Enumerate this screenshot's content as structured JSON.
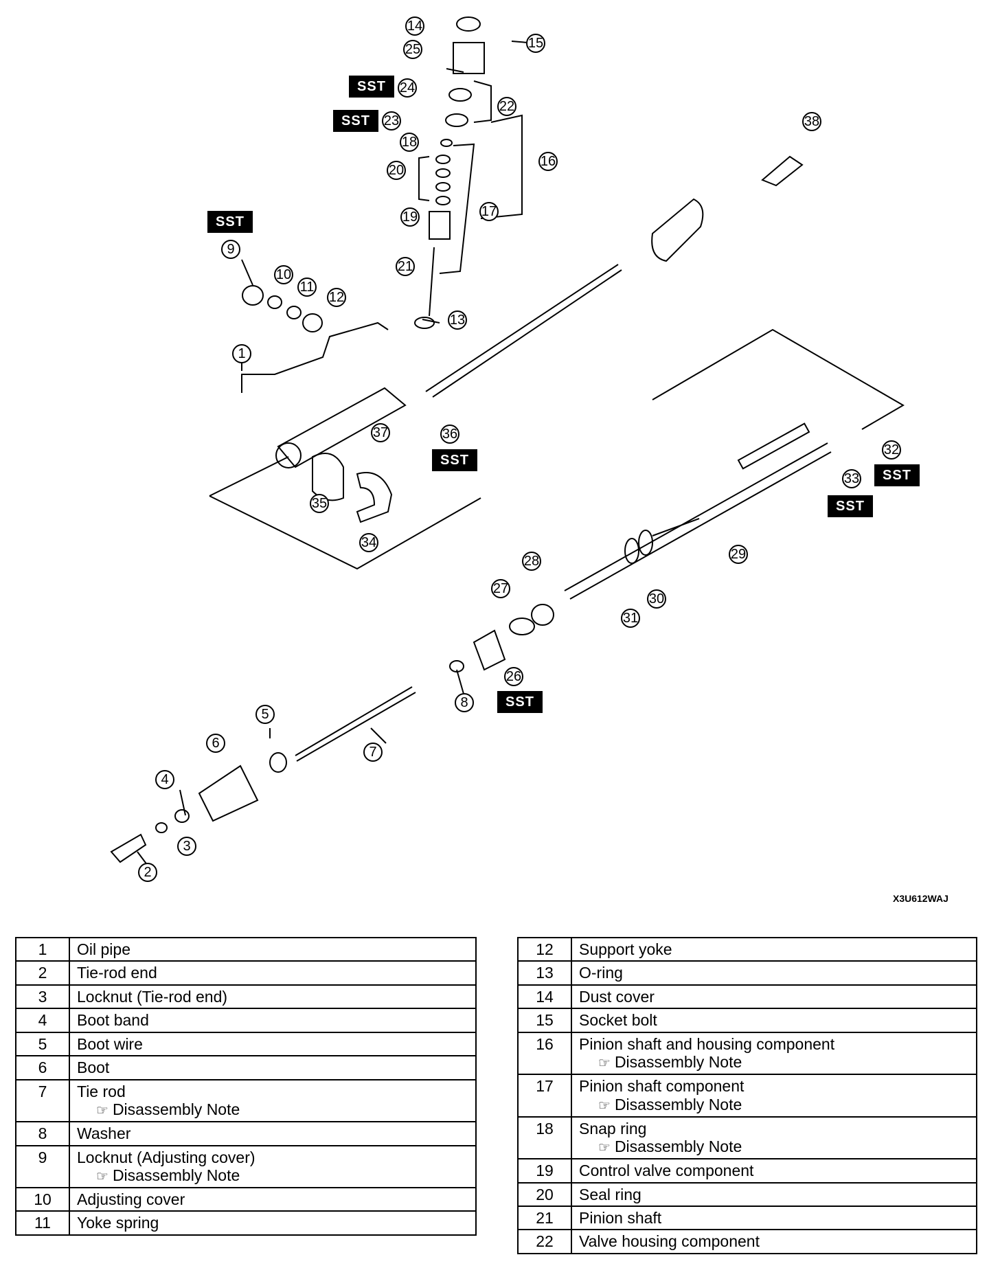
{
  "diagram": {
    "ref_code": "X3U612WAJ",
    "sst_label": "SST",
    "callouts": [
      "1",
      "2",
      "3",
      "4",
      "5",
      "6",
      "7",
      "8",
      "9",
      "10",
      "11",
      "12",
      "13",
      "14",
      "15",
      "16",
      "17",
      "18",
      "19",
      "20",
      "21",
      "22",
      "23",
      "24",
      "25",
      "26",
      "27",
      "28",
      "29",
      "30",
      "31",
      "32",
      "33",
      "34",
      "35",
      "36",
      "37",
      "38"
    ]
  },
  "parts_left": [
    {
      "num": "1",
      "name": "Oil pipe"
    },
    {
      "num": "2",
      "name": "Tie-rod end"
    },
    {
      "num": "3",
      "name": "Locknut (Tie-rod end)"
    },
    {
      "num": "4",
      "name": "Boot band"
    },
    {
      "num": "5",
      "name": "Boot wire"
    },
    {
      "num": "6",
      "name": "Boot"
    },
    {
      "num": "7",
      "name": "Tie rod",
      "note": "Disassembly Note"
    },
    {
      "num": "8",
      "name": "Washer"
    },
    {
      "num": "9",
      "name": "Locknut (Adjusting cover)",
      "note": "Disassembly Note"
    },
    {
      "num": "10",
      "name": "Adjusting cover"
    },
    {
      "num": "11",
      "name": "Yoke spring"
    }
  ],
  "parts_right": [
    {
      "num": "12",
      "name": "Support yoke"
    },
    {
      "num": "13",
      "name": "O-ring"
    },
    {
      "num": "14",
      "name": "Dust cover"
    },
    {
      "num": "15",
      "name": "Socket bolt"
    },
    {
      "num": "16",
      "name": "Pinion shaft and housing component",
      "note": "Disassembly Note"
    },
    {
      "num": "17",
      "name": "Pinion shaft component",
      "note": "Disassembly Note"
    },
    {
      "num": "18",
      "name": "Snap ring",
      "note": "Disassembly Note"
    },
    {
      "num": "19",
      "name": "Control valve component"
    },
    {
      "num": "20",
      "name": "Seal ring"
    },
    {
      "num": "21",
      "name": "Pinion shaft"
    },
    {
      "num": "22",
      "name": "Valve housing component"
    }
  ]
}
